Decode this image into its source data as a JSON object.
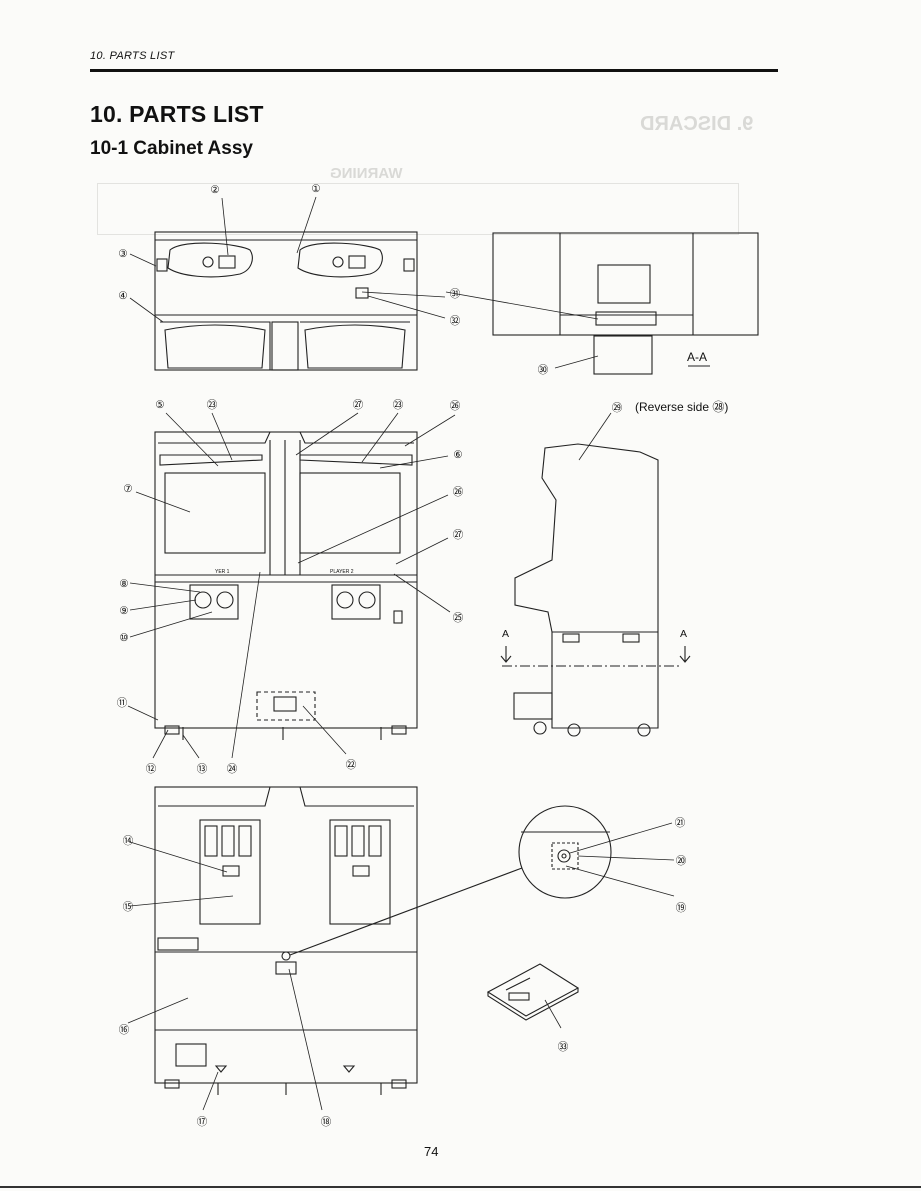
{
  "header": {
    "running_title": "10.  PARTS LIST"
  },
  "title": "10.  PARTS LIST",
  "section": "10-1  Cabinet Assy",
  "page_number": "74",
  "ghost_text": {
    "heading": "9.  DISCARD",
    "warning": "WARNING"
  },
  "section_view_label": "A-A",
  "section_marker": "A",
  "reverse_note": "(Reverse side ㉘)",
  "callouts": [
    "①",
    "②",
    "③",
    "④",
    "⑤",
    "⑥",
    "⑦",
    "⑧",
    "⑨",
    "⑩",
    "⑪",
    "⑫",
    "⑬",
    "⑭",
    "⑮",
    "⑯",
    "⑰",
    "⑱",
    "⑲",
    "⑳",
    "㉑",
    "㉒",
    "㉓",
    "㉔",
    "㉕",
    "㉖",
    "㉗",
    "㉙",
    "㉚",
    "㉛",
    "㉜",
    "㉝"
  ],
  "panel_text": {
    "player1": "YER 1",
    "player2": "PLAYER 2"
  }
}
